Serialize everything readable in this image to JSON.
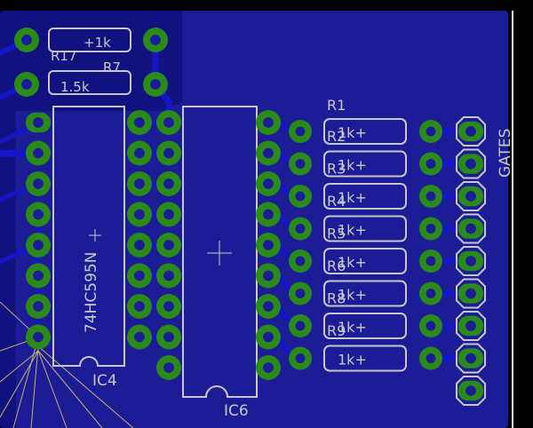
{
  "colors": {
    "background": "#000000",
    "board": "#1c1c96",
    "copper": "#0a0a6e",
    "trace": "#1414c8",
    "pad": "#2a8a1a",
    "pad_hole": "#1c1c96",
    "silkscreen": "#c8c8c8",
    "airwire": "#c8b070"
  },
  "labels": {
    "ic4_part": "74HC595N",
    "ic4_name": "IC4",
    "ic6_name": "IC6",
    "connector": "GATES",
    "r17_value": "+1k",
    "r17_name": "R17",
    "r7_name": "R7",
    "r7_value": "1.5k",
    "r1_name": "R1"
  },
  "resistor_array": [
    {
      "name": "R2",
      "value": "1k+"
    },
    {
      "name": "R3",
      "value": "1k+"
    },
    {
      "name": "R4",
      "value": "1k+"
    },
    {
      "name": "R5",
      "value": "1k+"
    },
    {
      "name": "R6",
      "value": "1k+"
    },
    {
      "name": "R8",
      "value": "1k+"
    },
    {
      "name": "R9",
      "value": "1k+"
    },
    {
      "name": "",
      "value": "1k+"
    }
  ]
}
